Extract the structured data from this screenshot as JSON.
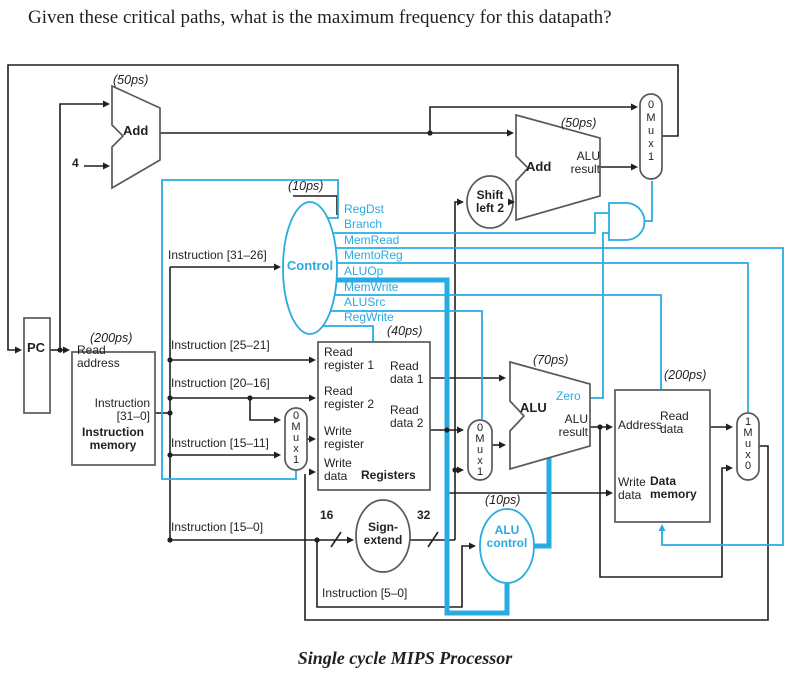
{
  "title": "Given these critical paths, what is the maximum frequency for this datapath?",
  "caption": "Single cycle MIPS Processor",
  "components": {
    "pc": {
      "label": "PC"
    },
    "add": {
      "label": "Add",
      "timing": "(50ps)"
    },
    "pc_increment": "4",
    "instruction_memory": {
      "timing": "(200ps)",
      "read_address": "Read\naddress",
      "instruction_out": "Instruction\n[31–0]",
      "name": "Instruction\nmemory"
    },
    "control": {
      "label": "Control",
      "timing": "(10ps)"
    },
    "branch_adder": {
      "label": "Add",
      "result": "ALU\nresult",
      "timing": "(50ps)"
    },
    "shift_left_2": {
      "label": "Shift\nleft 2"
    },
    "registers": {
      "timing": "(40ps)",
      "read_register_1": "Read\nregister 1",
      "read_register_2": "Read\nregister 2",
      "write_register": "Write\nregister",
      "write_data": "Write\ndata",
      "read_data_1": "Read\ndata 1",
      "read_data_2": "Read\ndata 2",
      "name": "Registers"
    },
    "alu": {
      "label": "ALU",
      "zero": "Zero",
      "result": "ALU\nresult",
      "timing": "(70ps)"
    },
    "alu_control": {
      "label": "ALU\ncontrol",
      "timing": "(10ps)"
    },
    "sign_extend": {
      "label": "Sign-\nextend",
      "input_width": "16",
      "output_width": "32"
    },
    "data_memory": {
      "timing": "(200ps)",
      "address": "Address",
      "read_data": "Read\ndata",
      "write_data": "Write\ndata",
      "name": "Data\nmemory"
    }
  },
  "control_signals": [
    "RegDst",
    "Branch",
    "MemRead",
    "MemtoReg",
    "ALUOp",
    "MemWrite",
    "ALUSrc",
    "RegWrite"
  ],
  "instruction_fields": {
    "opcode": "Instruction [31–26]",
    "rs": "Instruction [25–21]",
    "rt": "Instruction [20–16]",
    "rd": "Instruction [15–11]",
    "immediate": "Instruction [15–0]",
    "funct": "Instruction [5–0]"
  },
  "muxes": {
    "pc_src": "0\nM\nu\nx\n1",
    "reg_dst": "0\nM\nu\nx\n1",
    "alu_src": "0\nM\nu\nx\n1",
    "mem_to_reg": "1\nM\nu\nx\n0"
  },
  "colors": {
    "signal": "#29abe2",
    "wire": "#231f20",
    "component_stroke": "#58595b"
  }
}
